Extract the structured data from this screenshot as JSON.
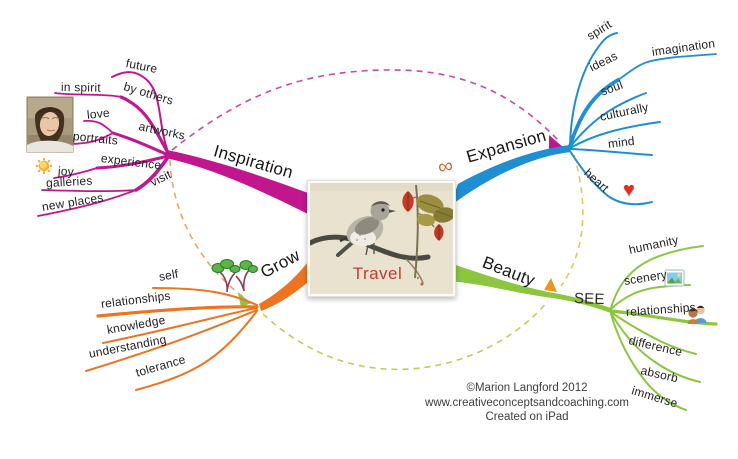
{
  "app": {
    "title": "Travel mind map"
  },
  "center": {
    "title": "Travel",
    "image": "bird-on-branch-painting"
  },
  "colors": {
    "inspiration": "#c2168e",
    "expansion": "#1e8fd2",
    "grow": "#ee7420",
    "beauty": "#8cc63e",
    "dash_top": "#cc4a9e",
    "dash_left": "#eda45e",
    "dash_bottom": "#becf55",
    "dash_right": "#d9ce58",
    "arrow_magenta": "#c2168e",
    "arrow_green": "#8cc63e",
    "arrow_orange": "#f0941e",
    "travel_text": "#c23b33"
  },
  "branches": {
    "inspiration": {
      "label": "Inspiration",
      "topics": {
        "future": "future",
        "by_others": "by others",
        "in_spirit": "in spirit",
        "artworks": "artworks",
        "love": "love",
        "portraits": "portraits",
        "experience": "experience",
        "joy": "joy",
        "visit": "visit",
        "galleries": "galleries",
        "new_places": "new places"
      },
      "icons": {
        "portrait": "portrait-painting",
        "joy": "sun"
      }
    },
    "expansion": {
      "label": "Expansion",
      "topics": {
        "spirit": "spirit",
        "ideas": "ideas",
        "imagination": "imagination",
        "soul": "soul",
        "culturally": "culturally",
        "mind": "mind",
        "heart": "heart"
      },
      "icons": {
        "expansion": "infinity",
        "heart": "red-heart"
      }
    },
    "grow": {
      "label": "Grow",
      "topics": {
        "self": "self",
        "relationships": "relationships",
        "knowledge": "knowledge",
        "understanding": "understanding",
        "tolerance": "tolerance"
      },
      "icons": {
        "grow": "tree-sketch"
      }
    },
    "beauty": {
      "label": "Beauty",
      "topics": {
        "see": "SEE",
        "humanity": "humanity",
        "scenery": "scenery",
        "relationships": "relationships",
        "difference": "difference",
        "absorb": "absorb",
        "immerse": "immerse"
      },
      "icons": {
        "scenery": "landscape-photo",
        "relationships": "two-people"
      }
    }
  },
  "glyphs": {
    "infinity": "∞",
    "heart": "♥"
  },
  "credits": {
    "line1": "©Marion Langford 2012",
    "line2": "www.creativeconceptsandcoaching.com",
    "line3": "Created on iPad"
  }
}
